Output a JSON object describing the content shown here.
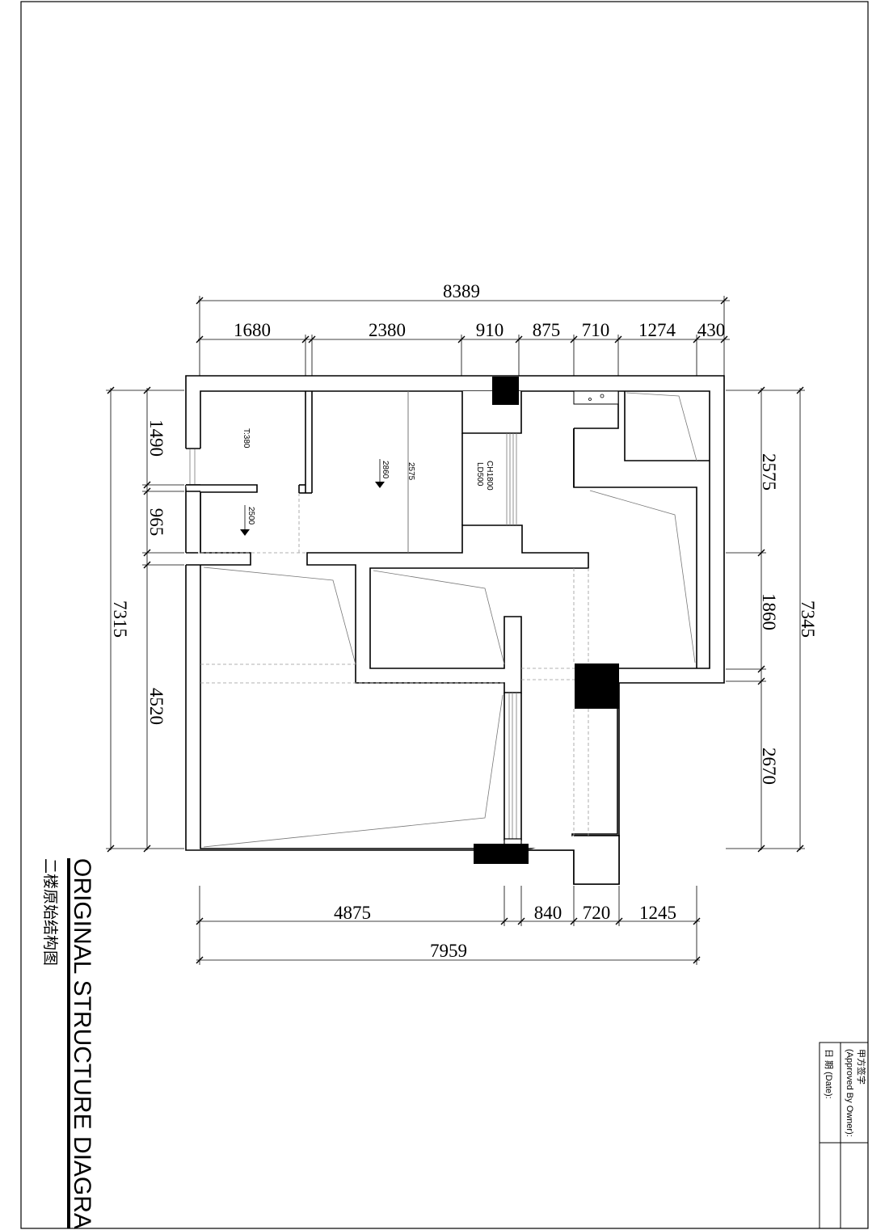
{
  "title": {
    "english": "ORIGINAL STRUCTURE DIAGRAM",
    "chinese": "二楼原始结构图"
  },
  "dimensions": {
    "top_total": "8389",
    "top_segments": [
      "1680",
      "2380",
      "910",
      "875",
      "710",
      "1274",
      "430"
    ],
    "bottom_segments": [
      "4875",
      "840",
      "720",
      "1245"
    ],
    "bottom_total": "7959",
    "left_segments": [
      "1490",
      "965",
      "4520"
    ],
    "left_total": "7315",
    "right_segments": [
      "2575",
      "1860",
      "2670"
    ],
    "right_total": "7345"
  },
  "annotations": {
    "beam": "T:380",
    "level_1": "2860",
    "level_2": "2500",
    "height_label": "2575",
    "window_ch": "CH1800",
    "window_ld": "LD500"
  },
  "title_block": {
    "approved_cn": "甲方签字",
    "approved_en": "(Approved By Owner):",
    "date_label": "日  期   (Date):"
  }
}
